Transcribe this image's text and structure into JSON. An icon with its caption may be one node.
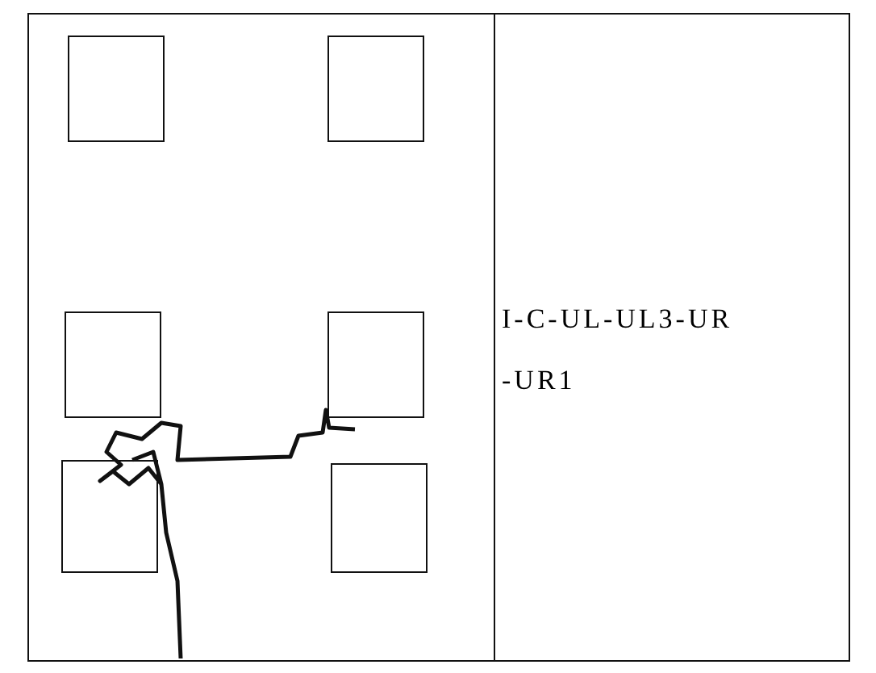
{
  "diagram": {
    "nodes": [
      {
        "text": [],
        "shape": "box"
      },
      {
        "text": [],
        "shape": "box",
        "in": 0
      },
      {
        "text": [],
        "shape": "box",
        "in": 0
      },
      {
        "text": [],
        "shape": "box",
        "in": 0
      },
      {
        "text": [],
        "shape": "box",
        "in": 0
      },
      {
        "text": [],
        "shape": "box",
        "in": 0
      },
      {
        "text": [],
        "shape": "box",
        "in": 0
      },
      {
        "text": [
          "I-C-UL-UL3-UR -UR1"
        ]
      }
    ]
  }
}
